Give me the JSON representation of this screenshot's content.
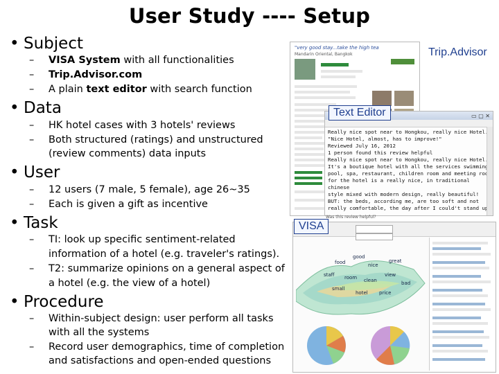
{
  "slide": {
    "title": "User Study ---- Setup",
    "bullets": [
      {
        "label": "Subject",
        "items": [
          {
            "lines": [
              "VISA System with all functionalities"
            ],
            "bold_prefix": "VISA System",
            "rest": " with all functionalities"
          },
          {
            "bold_prefix": "Trip.Advisor.com",
            "rest": ""
          },
          {
            "plain_prefix": "A plain ",
            "bold_mid": "text editor",
            "rest": " with search function"
          }
        ]
      },
      {
        "label": "Data",
        "items": [
          {
            "text": "HK hotel cases with 3 hotels' reviews"
          },
          {
            "text": "Both structured (ratings) and unstructured",
            "cont": "(review comments) data inputs"
          }
        ]
      },
      {
        "label": "User",
        "items": [
          {
            "text": "12 users (7 male, 5 female), age 26~35"
          },
          {
            "text": "Each is given a gift as incentive"
          }
        ]
      },
      {
        "label": "Task",
        "items": [
          {
            "text": "TI: look up specific sentiment-related",
            "cont": "information of a hotel (e.g. traveler's ratings)."
          },
          {
            "text": "T2: summarize opinions on a general aspect of",
            "cont": "a hotel (e.g. the view of a hotel)"
          }
        ]
      },
      {
        "label": "Procedure",
        "items": [
          {
            "text": "Within-subject design:  user perform all tasks",
            "cont": "with all the systems"
          },
          {
            "text": "Record user demographics, time of completion",
            "cont": "and satisfactions and open-ended questions"
          }
        ]
      }
    ]
  },
  "screens": {
    "tripadvisor_label": "Trip.Advisor",
    "text_editor_label": "Text Editor",
    "visa_label": "VISA",
    "tripadvisor_header": "\"very good stay...take the high tea",
    "tripadvisor_sub": "Mandarin Oriental, Bangkok",
    "editor_lines": [
      "Really nice spot near to Hongkou, really nice Hotel.",
      "\"Nice Hotel, almost, has to improve!\"",
      "Reviewed July 16, 2012",
      "1 person found this review helpful",
      "",
      "Really nice spot near to Hongkou, really nice Hotel.",
      "It's a boutique hotel with all the services swimming",
      "pool, spa, restaurant, children room and meeting room",
      "for the hotel is a really nice, in traditional chinese",
      "style mixed with modern design, really beautiful!",
      "",
      "BUT: the beds, according me, are too soft and not",
      "really comfortable, the day after I could't stand up!"
    ],
    "editor_footer": "Was this review helpful?",
    "visa_words": [
      "food",
      "good",
      "nice",
      "great",
      "staff",
      "room",
      "clean",
      "view",
      "bad",
      "small",
      "hotel",
      "price"
    ]
  },
  "colors": {
    "label": "#1f3f8f"
  }
}
